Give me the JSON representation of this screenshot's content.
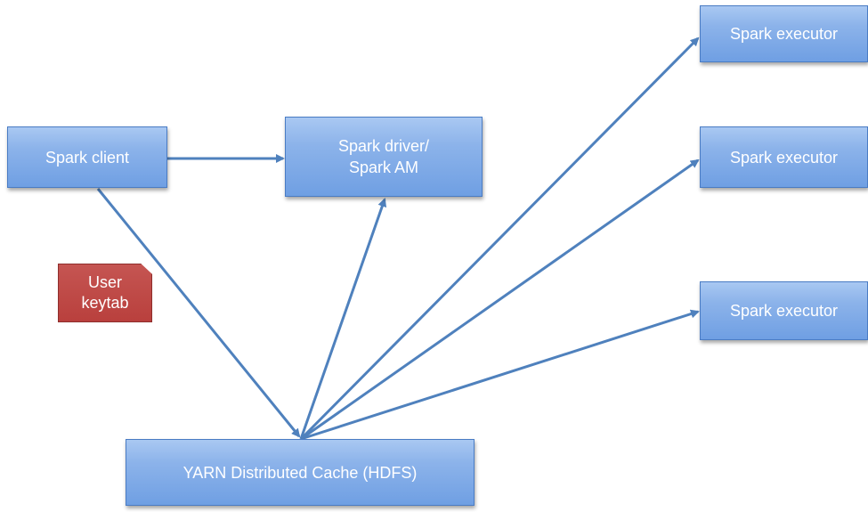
{
  "nodes": {
    "client": {
      "label": "Spark client"
    },
    "driver": {
      "line1": "Spark driver/",
      "line2": "Spark AM"
    },
    "executors": [
      {
        "label": "Spark executor"
      },
      {
        "label": "Spark executor"
      },
      {
        "label": "Spark executor"
      }
    ],
    "cache": {
      "label": "YARN Distributed Cache (HDFS)"
    },
    "keytab": {
      "line1": "User",
      "line2": "keytab"
    }
  },
  "colors": {
    "box_fill": "#8cb3ea",
    "box_border": "#4a7cc4",
    "arrow": "#4f81bd",
    "keytab_fill": "#c0504d",
    "text": "#ffffff"
  },
  "edges": [
    {
      "from": "client",
      "to": "driver"
    },
    {
      "from": "client",
      "to": "cache"
    },
    {
      "from": "cache",
      "to": "driver"
    },
    {
      "from": "cache",
      "to": "executor-1"
    },
    {
      "from": "cache",
      "to": "executor-2"
    },
    {
      "from": "cache",
      "to": "executor-3"
    }
  ]
}
